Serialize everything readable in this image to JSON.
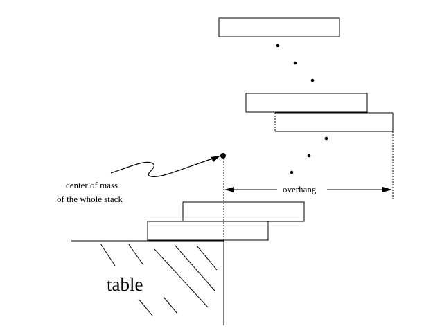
{
  "diagram": {
    "label_center_of_mass_line1": "center of mass",
    "label_center_of_mass_line2": "of the whole stack",
    "label_overhang": "overhang",
    "label_table": "table"
  },
  "colors": {
    "ink": "#000000",
    "background": "#ffffff"
  }
}
